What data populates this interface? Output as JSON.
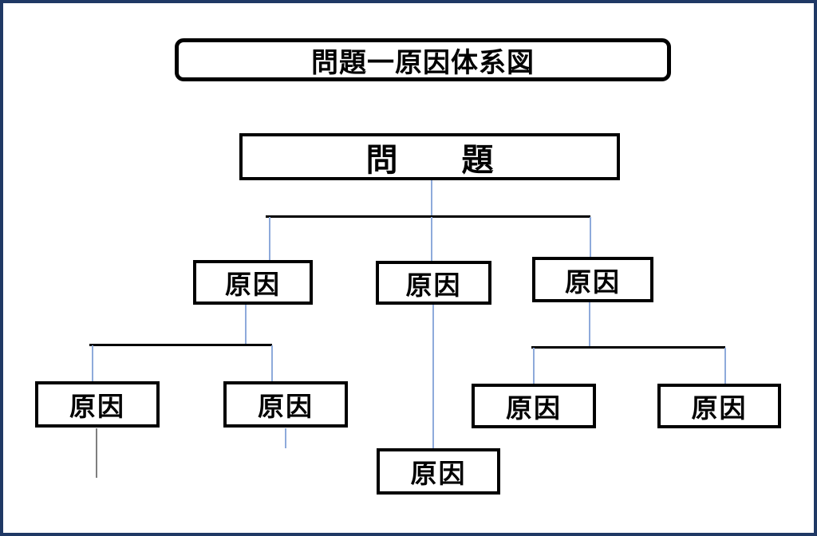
{
  "diagram": {
    "title": "問題一原因体系図",
    "nodes": {
      "problem": "問　　題",
      "cause_l2_left": "原因",
      "cause_l2_center": "原因",
      "cause_l2_right": "原因",
      "cause_l3_1": "原因",
      "cause_l3_2": "原因",
      "cause_l3_center": "原因",
      "cause_l3_4": "原因",
      "cause_l3_5": "原因"
    }
  },
  "colors": {
    "frame": "#1F3864",
    "box_border": "#000000",
    "connector_black": "#000000",
    "connector_blue": "#8EAADB",
    "connector_gray": "#7F7F7F",
    "background": "#FFFFFF",
    "text": "#000000"
  }
}
